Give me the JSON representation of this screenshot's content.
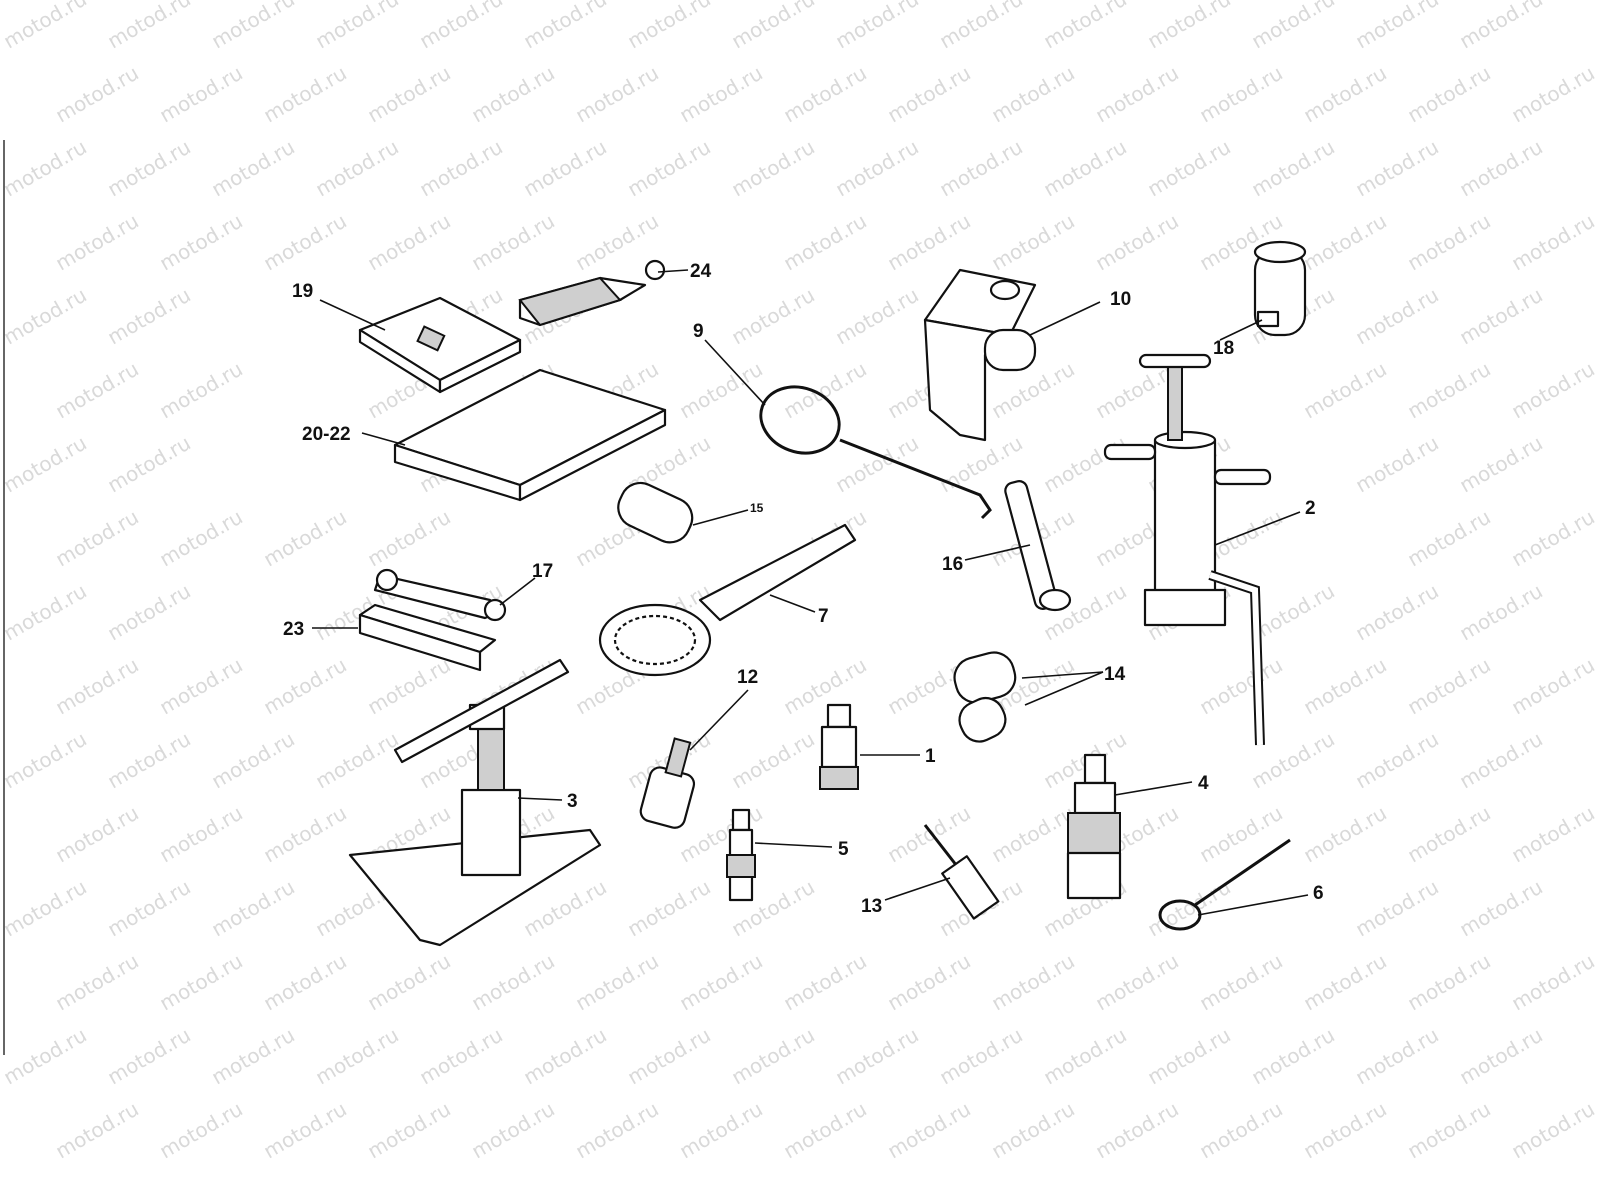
{
  "watermark": "motod.ru",
  "callouts": {
    "c24": "24",
    "c19": "19",
    "c10": "10",
    "c9": "9",
    "c18": "18",
    "c20_22": "20-22",
    "c2": "2",
    "c15": "15",
    "c16": "16",
    "c17": "17",
    "c7": "7",
    "c23": "23",
    "c14": "14",
    "c12": "12",
    "c1": "1",
    "c4": "4",
    "c3": "3",
    "c5": "5",
    "c13": "13",
    "c6": "6"
  }
}
